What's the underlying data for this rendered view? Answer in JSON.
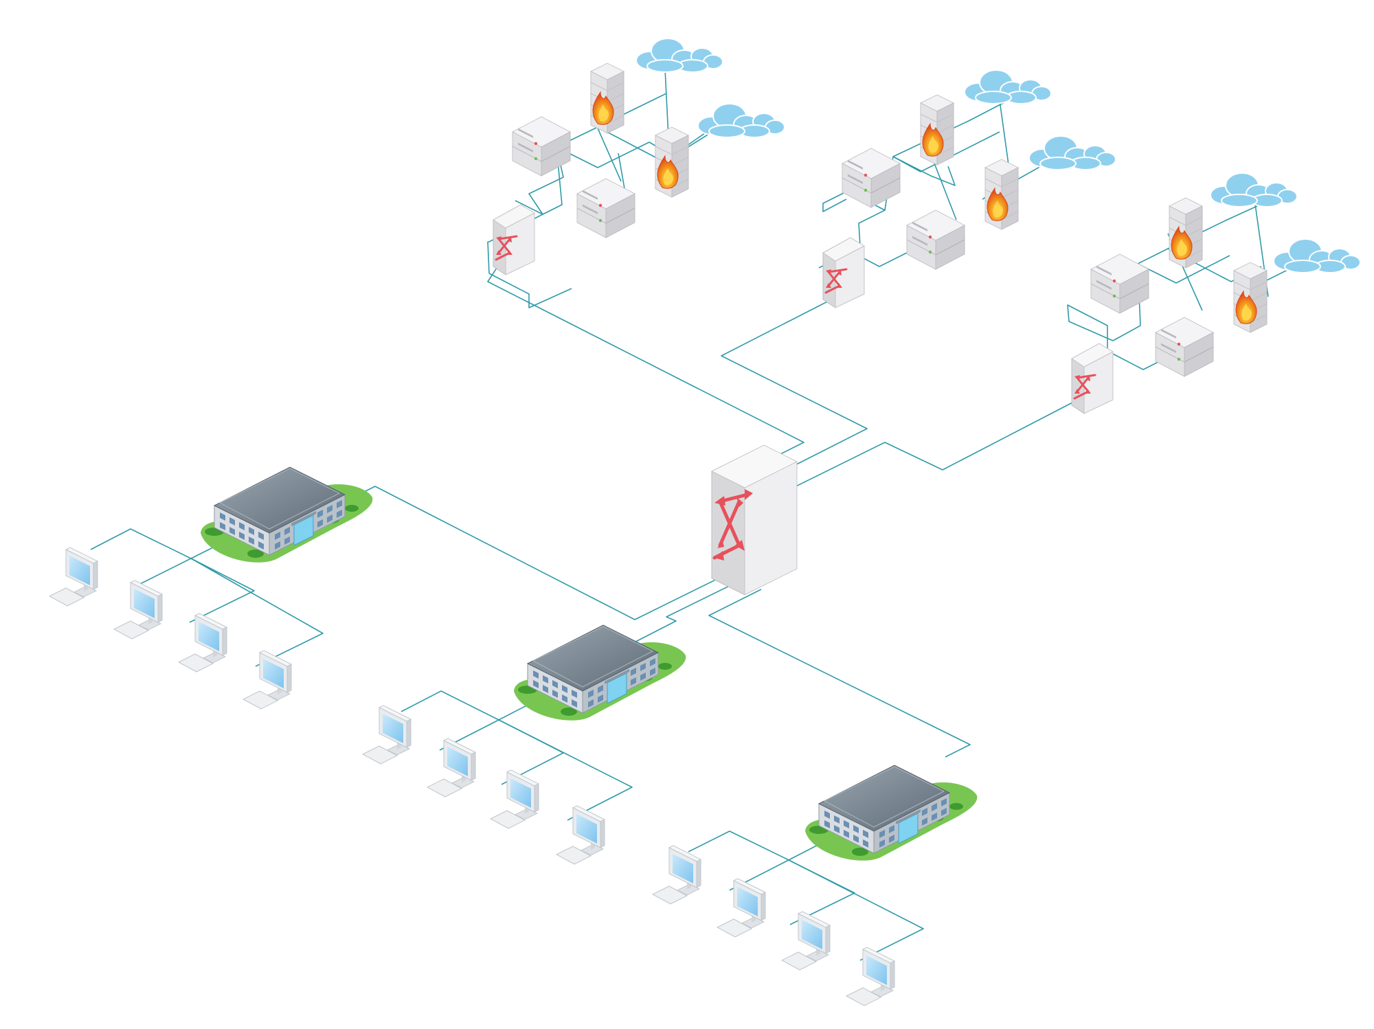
{
  "diagram": {
    "type": "isometric-network-topology",
    "colors": {
      "background": "#ffffff",
      "link": "#2f9aa8",
      "switch_arrow": "#e8505b",
      "cloud": "#8fd0ee",
      "firewall_flame": "#f07a18",
      "building_roof": "#7c8a96",
      "grass": "#6cc04a",
      "monitor_screen": "#9ed3f4"
    },
    "nodes": {
      "core_switch": {
        "kind": "core-switch",
        "icon": "switch-icon"
      },
      "server_clusters": [
        {
          "kind": "server-cluster",
          "switches": 1,
          "servers": 2,
          "firewalls": 2,
          "clouds": 2
        },
        {
          "kind": "server-cluster",
          "switches": 1,
          "servers": 2,
          "firewalls": 2,
          "clouds": 2
        },
        {
          "kind": "server-cluster",
          "switches": 1,
          "servers": 2,
          "firewalls": 2,
          "clouds": 2
        }
      ],
      "sites": [
        {
          "kind": "office-building",
          "workstations": 4
        },
        {
          "kind": "office-building",
          "workstations": 4
        },
        {
          "kind": "office-building",
          "workstations": 4
        }
      ]
    },
    "icons": [
      "switch-icon",
      "server-icon",
      "firewall-icon",
      "cloud-icon",
      "building-icon",
      "monitor-icon"
    ]
  }
}
